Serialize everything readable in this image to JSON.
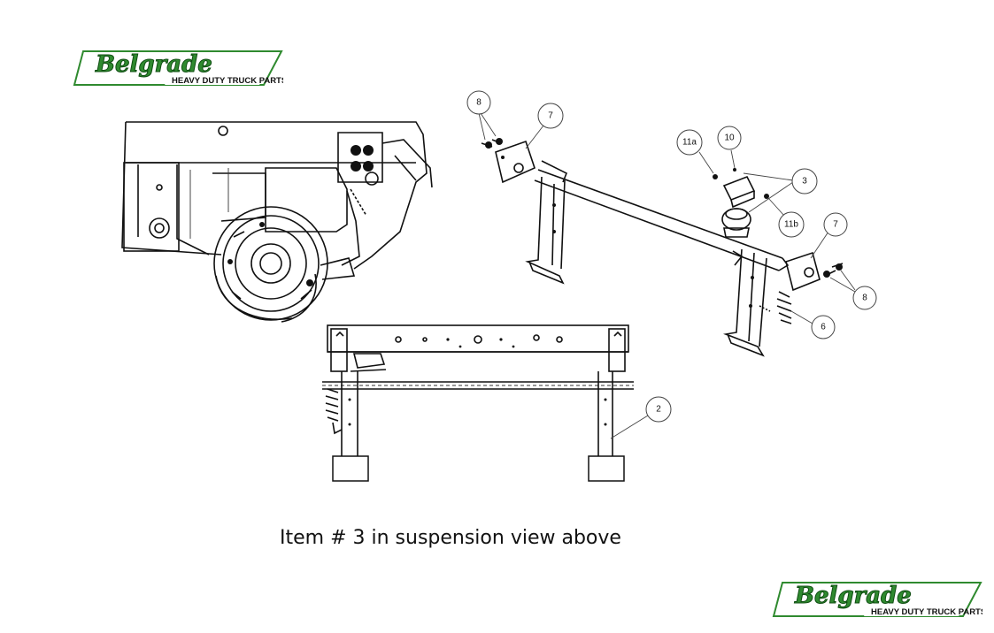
{
  "brand": {
    "name": "Belgrade",
    "tagline": "HEAVY DUTY TRUCK PARTS",
    "green": "#2f8a2f",
    "dark_green": "#0f4d12"
  },
  "caption": "Item # 3 in suspension view above",
  "callouts": {
    "c8a": "8",
    "c7a": "7",
    "c11a": "11a",
    "c10": "10",
    "c3": "3",
    "c11b": "11b",
    "c7b": "7",
    "c8b": "8",
    "c6": "6",
    "c2": "2"
  }
}
